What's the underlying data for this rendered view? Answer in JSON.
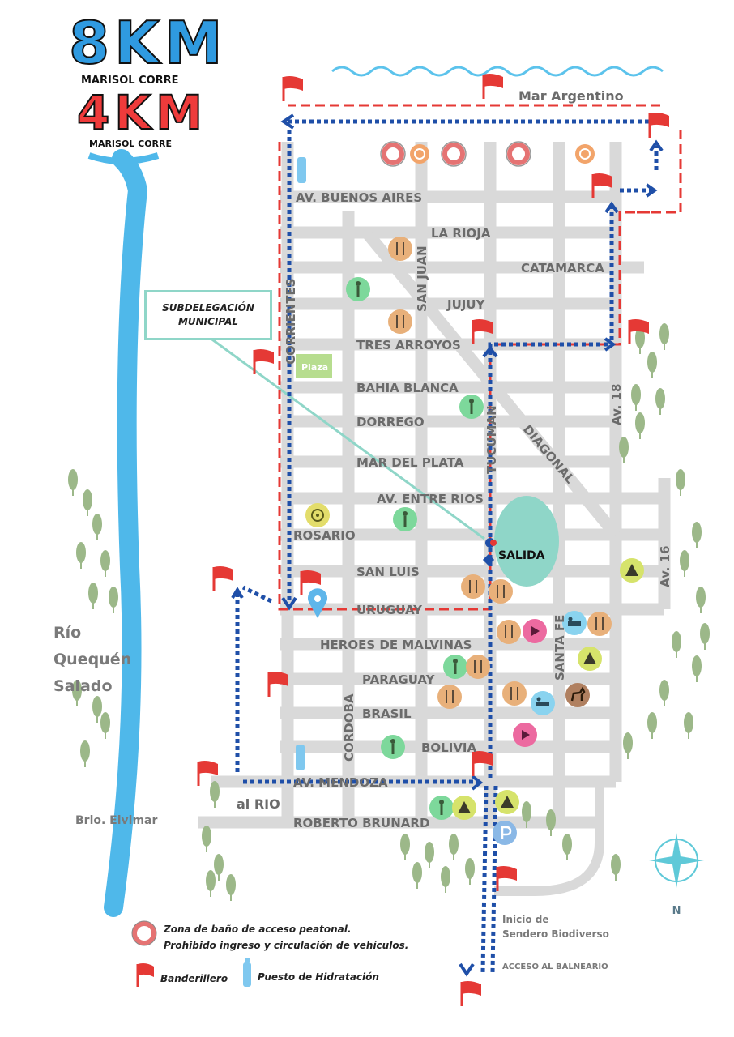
{
  "logo": {
    "big": "8KM",
    "big_sub": "MARISOL CORRE",
    "small": "4KM",
    "small_sub": "MARISOL CORRE",
    "big_color": "#2f9ae0",
    "small_color": "#ef3b3b"
  },
  "sea": "Mar Argentino",
  "river": {
    "line1": "Río",
    "line2": "Quequén",
    "line3": "Salado"
  },
  "barrio": "Brio. Elvimar",
  "al_rio": "al RIO",
  "subdelegacion": {
    "line1": "SUBDELEGACIÓN",
    "line2": "MUNICIPAL"
  },
  "plaza": "Plaza",
  "salida": "SALIDA",
  "horizontal_streets": [
    "AV. BUENOS AIRES",
    "LA RIOJA",
    "CATAMARCA",
    "JUJUY",
    "TRES ARROYOS",
    "BAHIA BLANCA",
    "DORREGO",
    "MAR DEL PLATA",
    "AV. ENTRE RIOS",
    "ROSARIO",
    "SAN LUIS",
    "URUGUAY",
    "HEROES DE MALVINAS",
    "PARAGUAY",
    "BRASIL",
    "BOLIVIA",
    "AV. MENDOZA",
    "ROBERTO BRUNARD"
  ],
  "vertical_streets": [
    "CORRIENTES",
    "SAN JUAN",
    "TUCUMAN",
    "DIAGONAL",
    "Av. 18",
    "Av. 16",
    "SANTA FE",
    "CORDOBA"
  ],
  "sendero": {
    "line1": "Inicio de",
    "line2": "Sendero Biodiverso"
  },
  "acceso": "ACCESO AL BALNEARIO",
  "compass": "N",
  "legend": {
    "zona_line1": "Zona de baño de acceso peatonal.",
    "zona_line2": "Prohibido ingreso y circulación de vehículos.",
    "banderillero": "Banderillero",
    "hidratacion": "Puesto de Hidratación"
  },
  "colors": {
    "route_8km": "#1f4fa8",
    "route_4km": "#e53935",
    "river": "#4fb8ea",
    "street": "#d9d9d9",
    "tree": "#9cb889",
    "salida": "#8fd6c8"
  },
  "icons": [
    "lifebuoy-icon",
    "flag-icon",
    "water-bottle-icon",
    "restaurant-icon",
    "person-icon",
    "camping-icon",
    "hotel-icon",
    "horse-icon",
    "parking-icon",
    "location-pin-icon",
    "compass-icon"
  ]
}
